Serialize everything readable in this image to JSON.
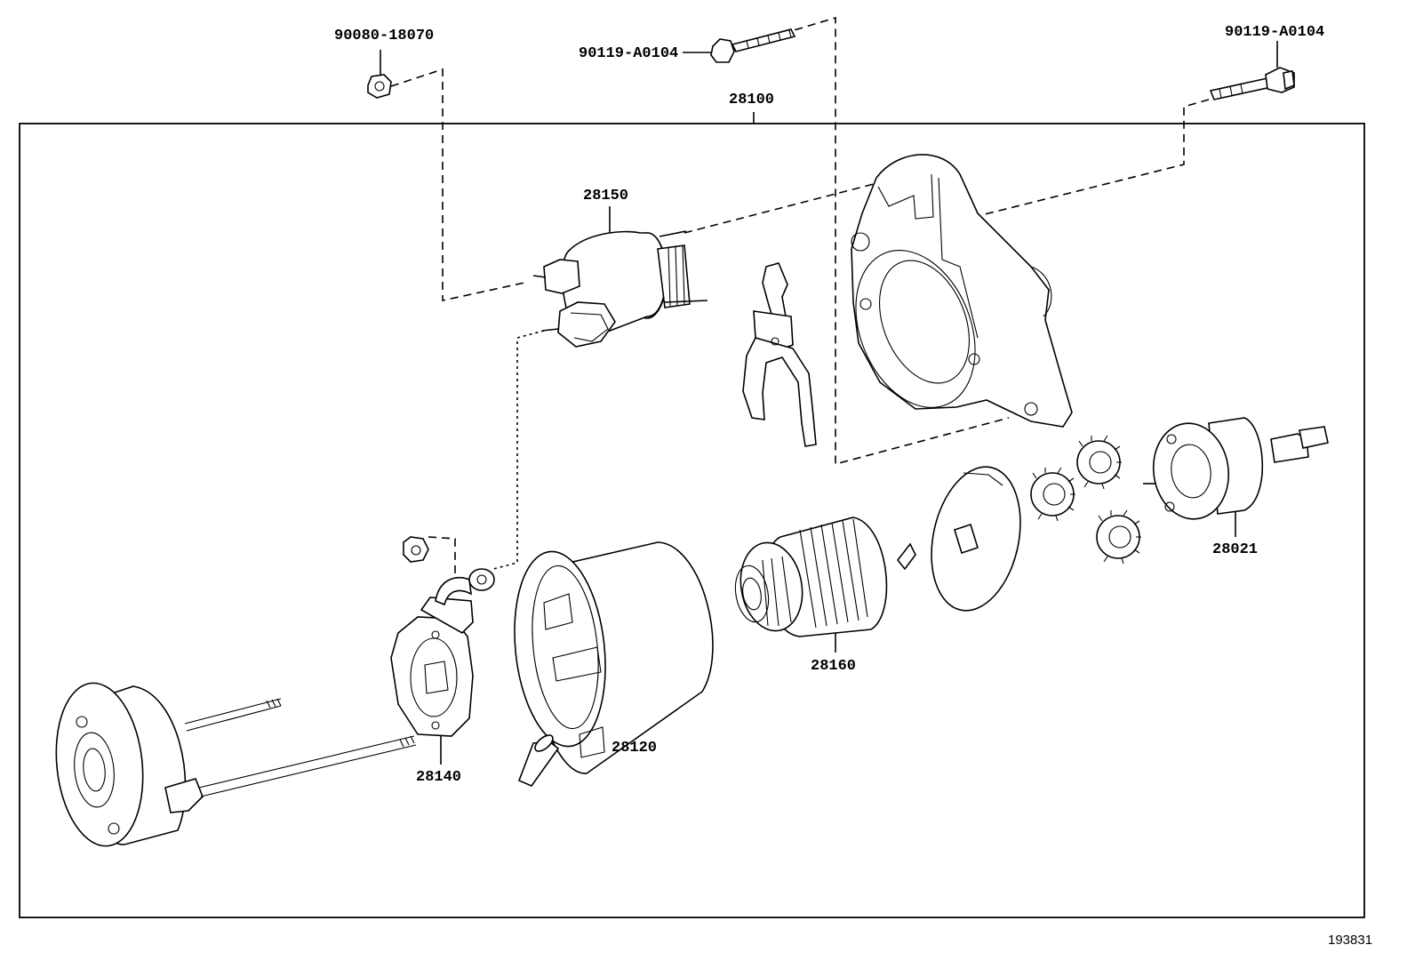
{
  "labels": {
    "bolt_nut_top_left": "90080-18070",
    "bolt_top_center": "90119-A0104",
    "bolt_top_right": "90119-A0104",
    "starter_assembly": "28100",
    "solenoid_switch": "28150",
    "drive_housing": "28021",
    "armature": "28160",
    "yoke": "28120",
    "brush_holder": "28140"
  },
  "figure_id": "193831"
}
